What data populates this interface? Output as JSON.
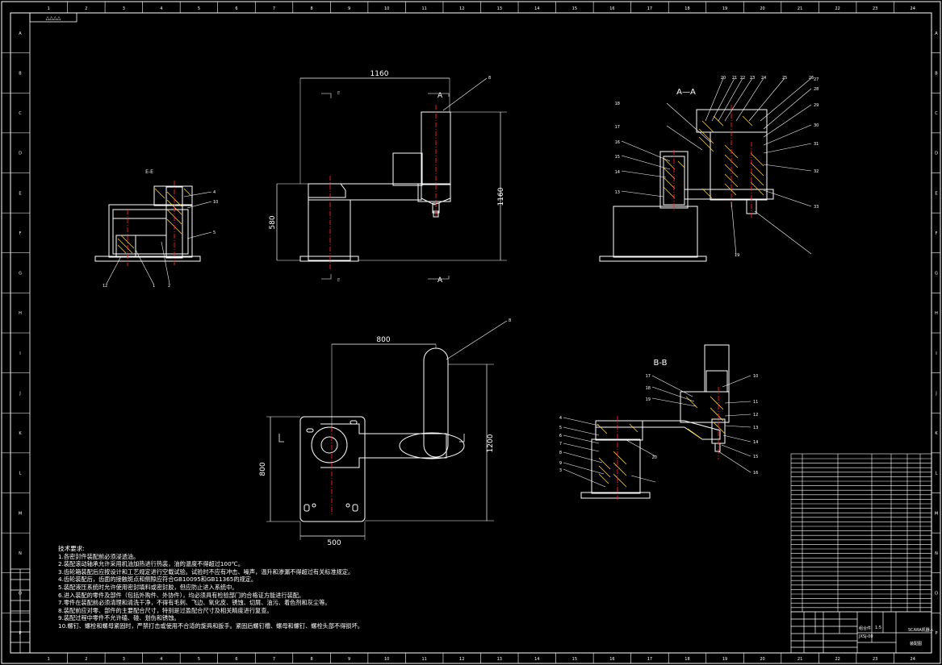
{
  "sheet": {
    "top_left_label": "△△△△",
    "col_labels": [
      "1",
      "2",
      "3",
      "4",
      "5",
      "6",
      "7",
      "8",
      "9",
      "10",
      "11",
      "12",
      "13",
      "14",
      "15",
      "16",
      "17",
      "18",
      "19",
      "20",
      "21",
      "22",
      "23",
      "24"
    ],
    "row_labels": [
      "A",
      "B",
      "C",
      "D",
      "E",
      "F",
      "G",
      "H",
      "I",
      "J",
      "K",
      "L",
      "M",
      "N",
      "O",
      "P"
    ]
  },
  "views": {
    "front": {
      "dim_width": "1160",
      "dim_height": "1160",
      "dim_base": "580",
      "section_top_left": "E",
      "section_bottom_left": "E",
      "section_top_right": "A",
      "section_bottom_right": "A",
      "balloon": "8"
    },
    "section_e": {
      "title": "E-E",
      "balloons": [
        "4",
        "10",
        "5",
        "12",
        "1",
        "2"
      ]
    },
    "section_a": {
      "title": "A—A",
      "balloons_top": [
        "20",
        "21",
        "22",
        "23",
        "24",
        "25",
        "26"
      ],
      "balloons_right": [
        "27",
        "28",
        "29",
        "30",
        "31",
        "32",
        "33"
      ],
      "balloons_left": [
        "18",
        "17",
        "16",
        "15",
        "14",
        "13"
      ],
      "balloon_bottom": "19"
    },
    "top": {
      "dim_width": "800",
      "dim_height_right": "1200",
      "dim_height_left": "800",
      "dim_base": "500",
      "balloon": "8"
    },
    "section_b": {
      "title": "B-B",
      "balloons_left": [
        "4",
        "5",
        "6",
        "7",
        "8",
        "9",
        "3"
      ],
      "balloons_right": [
        "10",
        "11",
        "12",
        "13",
        "14",
        "15",
        "16"
      ],
      "balloons_mid": [
        "17",
        "18",
        "19",
        "20"
      ]
    }
  },
  "technical_requirements": {
    "title": "技术要求:",
    "items": [
      "1.各密封件装配前必须浸透油。",
      "2.装配滚动轴承允许采用机油加热进行热装，油的温度不得超过100℃。",
      "3.齿轮箱装配后应按设计和工艺规定进行空载试验。试验时不应有冲击、噪声，温升和渗漏不得超过有关标准规定。",
      "4.齿轮装配后，齿面的接触斑点和侧隙应符合GB10095和GB11365的规定。",
      "5.装配液压系统时允许使用密封填料或密封胶，但应防止进入系统中。",
      "6.进入装配的零件及部件（包括外购件、外协件），均必须具有检验部门的合格证方能进行装配。",
      "7.零件在装配前必须清理和清洗干净，不得有毛刺、飞边、氧化皮、锈蚀、切屑、油污、着色剂和灰尘等。",
      "8.装配前应对零、部件的主要配合尺寸，特别是过盈配合尺寸及相关精度进行复查。",
      "9.装配过程中零件不允许磕、碰、划伤和锈蚀。",
      "10.螺钉、螺栓和螺母紧固时，严禁打击或使用不合适的旋具和扳手。紧固后螺钉槽、螺母和螺钉、螺栓头部不得损坏。"
    ]
  },
  "title_block": {
    "drawing_title": "SCARA机器人",
    "drawing_no": "JXSJ-00",
    "scale": "1:5",
    "material": "组合件",
    "company": "装配图"
  },
  "colors": {
    "background": "#000000",
    "line": "#ffffff",
    "centerline": "#ff2222",
    "hatch": "#ffd040",
    "section_mark": "#b8b8b8"
  }
}
